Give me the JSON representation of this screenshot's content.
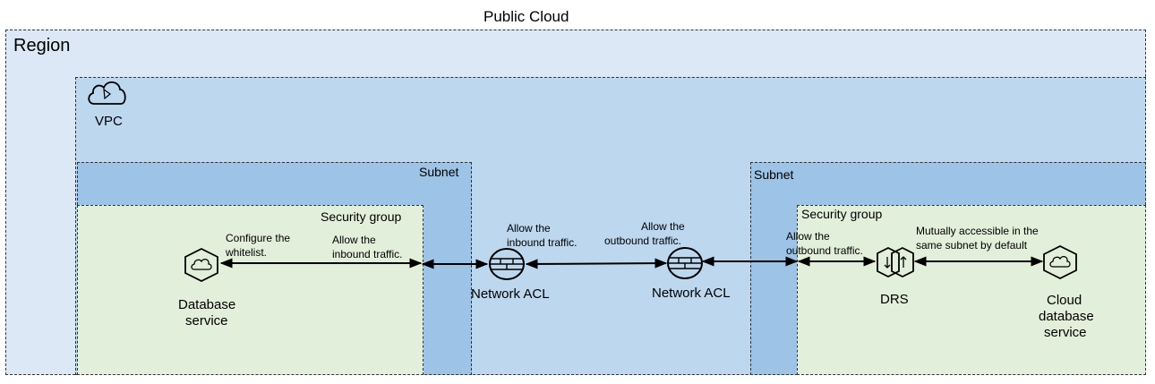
{
  "title": "Public Cloud",
  "region": {
    "label": "Region"
  },
  "vpc": {
    "label": "VPC",
    "icon": "cloud-vpc-icon"
  },
  "subnets": {
    "left_label": "Subnet",
    "right_label": "Subnet"
  },
  "security_groups": {
    "left_label": "Security group",
    "right_label": "Security group"
  },
  "nodes": {
    "database_service": {
      "line1": "Database",
      "line2": "service",
      "icon": "database-cloud-icon"
    },
    "acl_inbound": {
      "label": "Network ACL",
      "icon": "firewall-icon"
    },
    "acl_outbound": {
      "label": "Network ACL",
      "icon": "firewall-icon"
    },
    "drs": {
      "label": "DRS",
      "icon": "drs-icon"
    },
    "cloud_db": {
      "line1": "Cloud",
      "line2": "database",
      "line3": "service",
      "icon": "database-cloud-icon"
    }
  },
  "annotations": {
    "whitelist": {
      "line1": "Configure the",
      "line2": "whitelist."
    },
    "inbound_sg": {
      "line1": "Allow the",
      "line2": "inbound traffic."
    },
    "inbound_acl": {
      "line1": "Allow the",
      "line2": "inbound traffic."
    },
    "outbound_acl": {
      "line1": "Allow the",
      "line2": "outbound traffic."
    },
    "outbound_sg": {
      "line1": "Allow the",
      "line2": "outbound traffic."
    },
    "same_subnet": {
      "line1": "Mutually accessible in the",
      "line2": "same subnet by default"
    }
  },
  "colors": {
    "region_fill": "#dce8f5",
    "vpc_fill": "#bdd7ee",
    "subnet_fill": "#9dc3e6",
    "security_group_fill": "#e2efda",
    "line": "#000000"
  }
}
